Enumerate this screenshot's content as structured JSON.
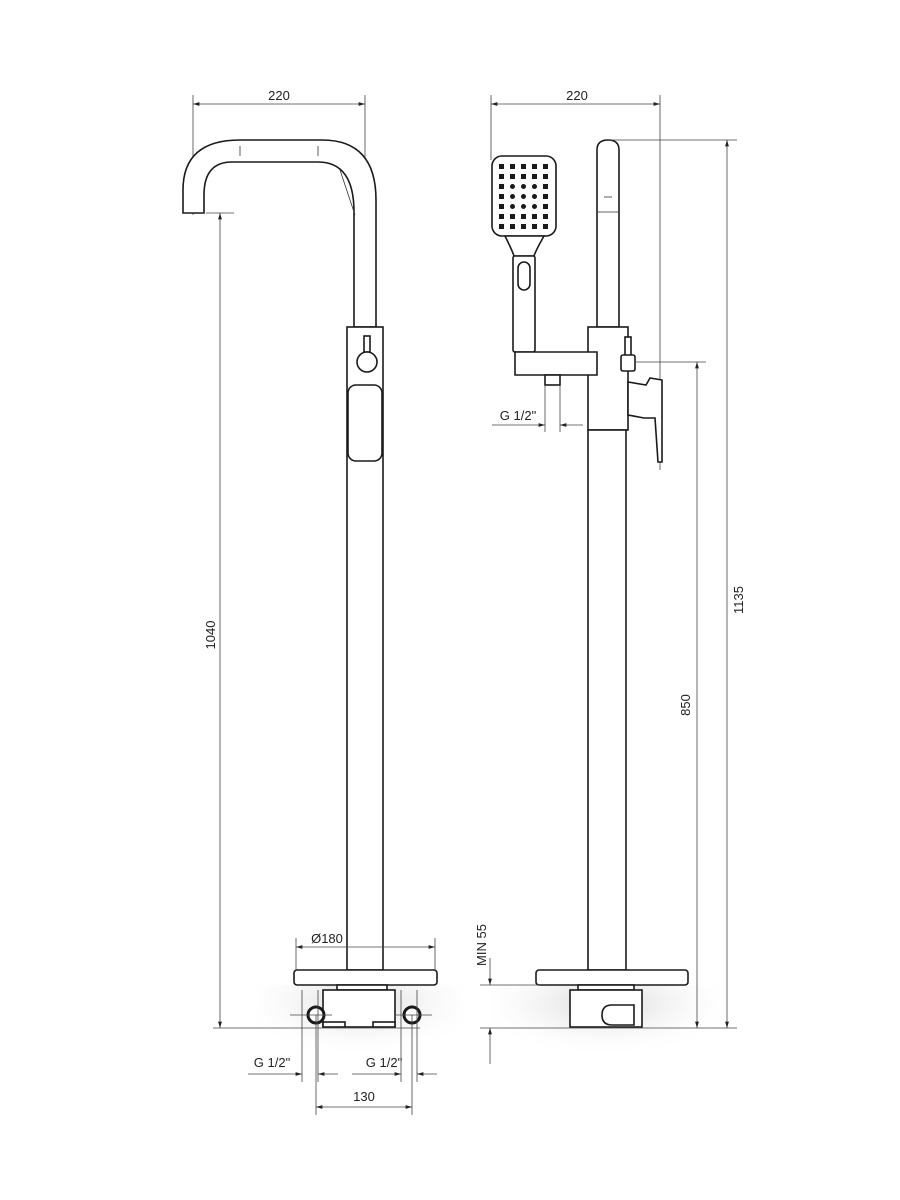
{
  "front_view": {
    "width_label": "220",
    "height_label": "1040",
    "base_diameter_label": "Ø180",
    "inlet_left_label": "G 1/2\"",
    "inlet_right_label": "G 1/2\"",
    "inlet_spacing_label": "130"
  },
  "side_view": {
    "width_label": "220",
    "total_height_label": "1135",
    "spout_height_label": "850",
    "outlet_label": "G 1/2\"",
    "floor_depth_label": "MIN 55"
  }
}
